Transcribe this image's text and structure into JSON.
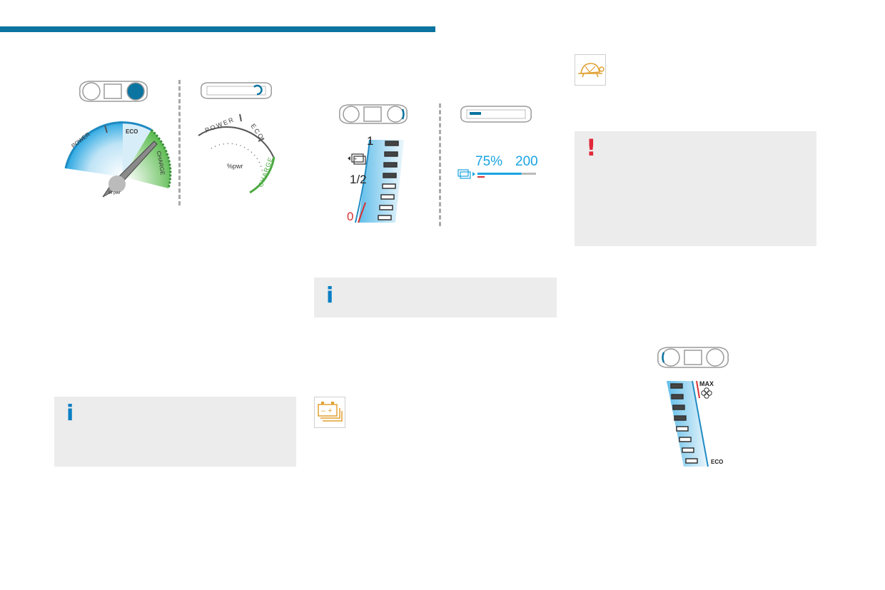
{
  "power_gauge": {
    "labels": [
      "POWER",
      "ECO",
      "CHARGE"
    ],
    "unit_small": "% pwr",
    "unit": "%pwr"
  },
  "battery_gauge": {
    "levels": [
      "1",
      "1/2",
      "0"
    ],
    "percent": "75%",
    "range": "200",
    "level_fraction": 0.75
  },
  "ventilation_gauge": {
    "max_label": "MAX",
    "eco_label": "ECO"
  },
  "info_box": {
    "icon": "i"
  },
  "warning_box": {
    "icon": "!"
  },
  "icons": {
    "turtle": "turtle-icon",
    "battery": "battery-icon",
    "fan": "fan-icon"
  },
  "colors": {
    "accent_blue": "#0b74a0",
    "gauge_blue": "#1aa3e0",
    "charge_green": "#4caa42",
    "warning_red": "#e0283a",
    "amber": "#e0a030"
  }
}
